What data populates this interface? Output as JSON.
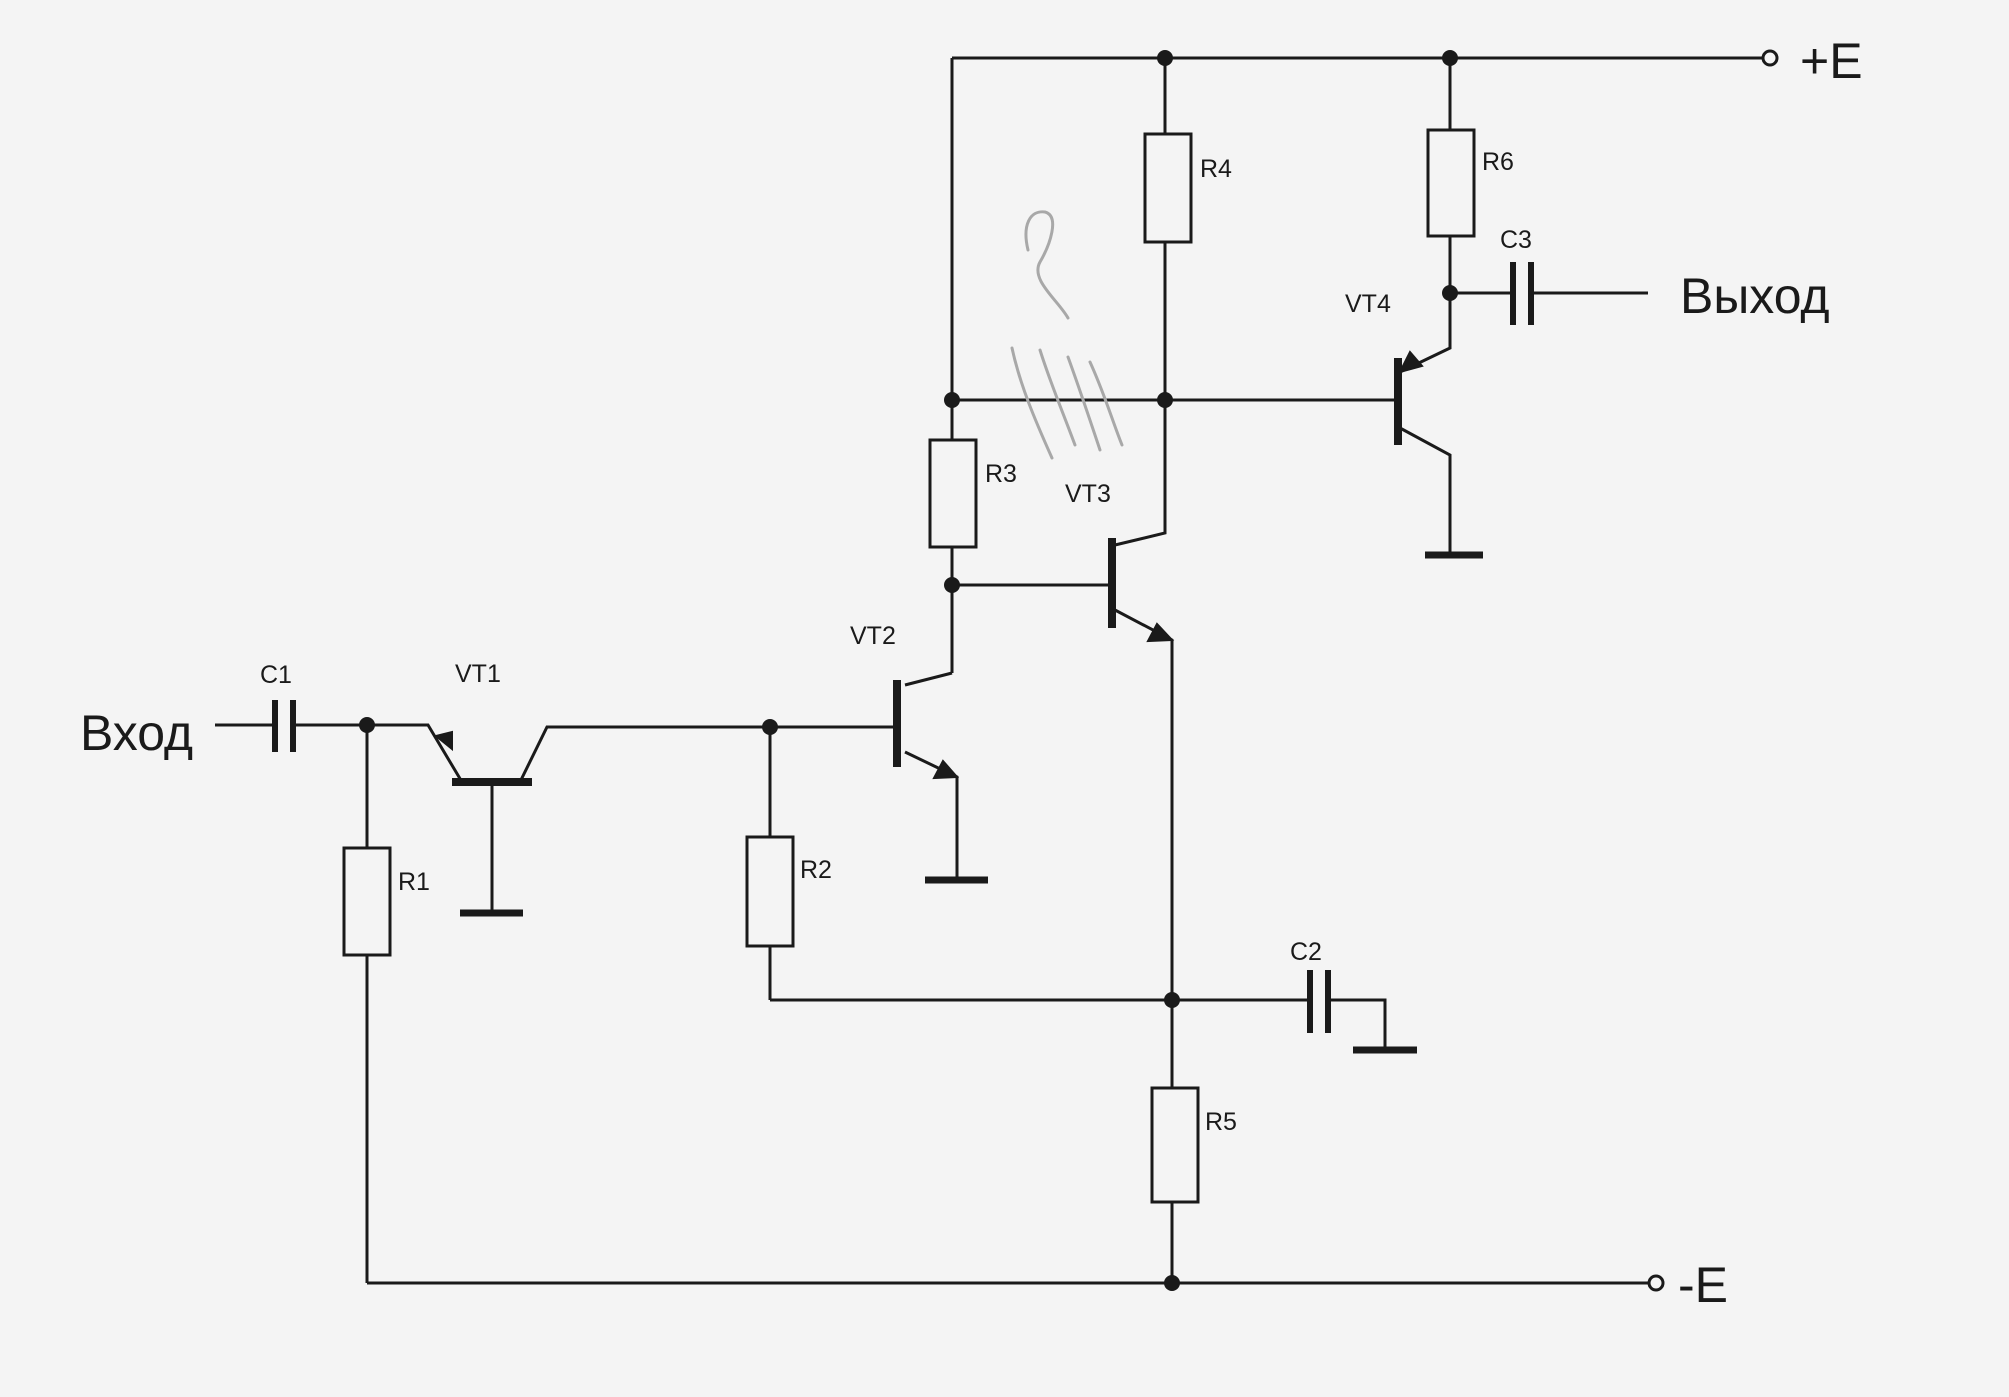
{
  "terminals": {
    "input": "Вход",
    "output": "Выход",
    "plus_supply": "+E",
    "minus_supply": "-E"
  },
  "components": {
    "c1": "C1",
    "c2": "C2",
    "c3": "C3",
    "r1": "R1",
    "r2": "R2",
    "r3": "R3",
    "r4": "R4",
    "r5": "R5",
    "r6": "R6",
    "vt1": "VT1",
    "vt2": "VT2",
    "vt3": "VT3",
    "vt4": "VT4"
  },
  "colors": {
    "background": "#f4f4f4",
    "wire": "#1a1a1a",
    "pencil": "#a8a8a8"
  }
}
